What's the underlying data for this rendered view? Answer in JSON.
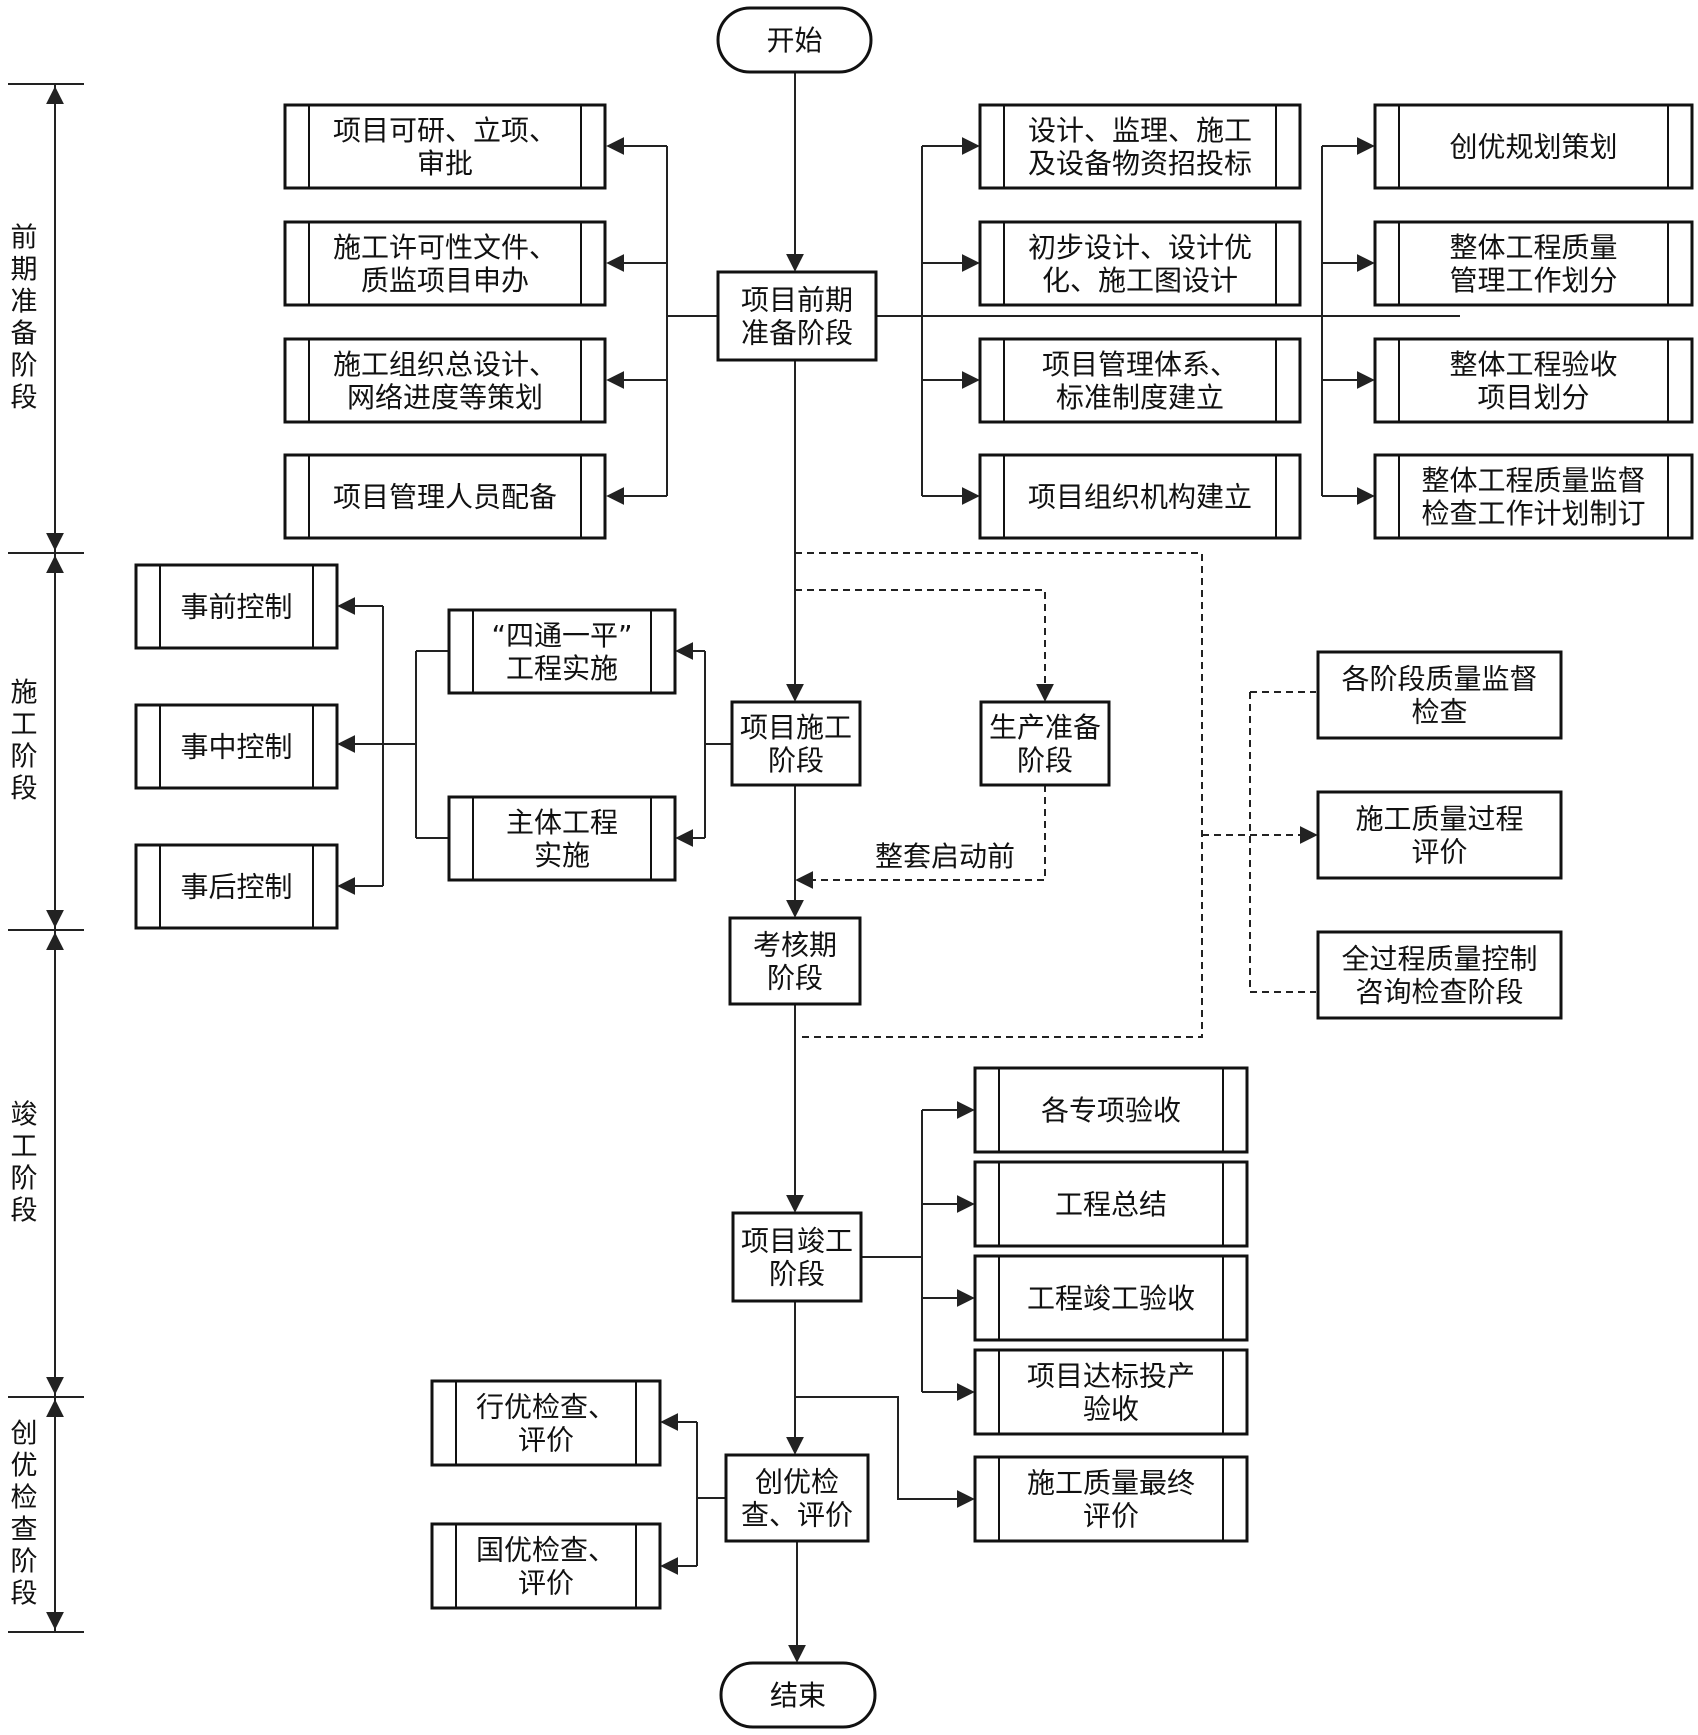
{
  "phases": [
    {
      "id": "p1",
      "label": "前期准备阶段"
    },
    {
      "id": "p2",
      "label": "施工阶段"
    },
    {
      "id": "p3",
      "label": "竣工阶段"
    },
    {
      "id": "p4",
      "label": "创优检查阶段"
    }
  ],
  "nodes": {
    "start": {
      "label": "开始"
    },
    "prep": {
      "label": "项目前期\n准备阶段"
    },
    "feasibility": {
      "label": "项目可研、立项、\n审批"
    },
    "permit": {
      "label": "施工许可性文件、\n质监项目申办"
    },
    "orgdesign": {
      "label": "施工组织总设计、\n网络进度等策划"
    },
    "staff": {
      "label": "项目管理人员配备"
    },
    "bidding": {
      "label": "设计、监理、施工\n及设备物资招投标"
    },
    "design": {
      "label": "初步设计、设计优\n化、施工图设计"
    },
    "mgmtsys": {
      "label": "项目管理体系、\n标准制度建立"
    },
    "orgstruct": {
      "label": "项目组织机构建立"
    },
    "excplan": {
      "label": "创优规划策划"
    },
    "qdivision": {
      "label": "整体工程质量\n管理工作划分"
    },
    "accdivision": {
      "label": "整体工程验收\n项目划分"
    },
    "supplan": {
      "label": "整体工程质量监督\n检查工作计划制订"
    },
    "pre_ctrl": {
      "label": "事前控制"
    },
    "mid_ctrl": {
      "label": "事中控制"
    },
    "post_ctrl": {
      "label": "事后控制"
    },
    "sitong": {
      "label": "“四通一平”\n工程实施"
    },
    "mainwork": {
      "label": "主体工程\n实施"
    },
    "construct": {
      "label": "项目施工\n阶段"
    },
    "prodprep": {
      "label": "生产准备\n阶段"
    },
    "startup": {
      "label": "整套启动前"
    },
    "assess": {
      "label": "考核期\n阶段"
    },
    "stagecheck": {
      "label": "各阶段质量监督\n检查"
    },
    "processeval": {
      "label": "施工质量过程\n评价"
    },
    "consult": {
      "label": "全过程质量控制\n咨询检查阶段"
    },
    "completion": {
      "label": "项目竣工\n阶段"
    },
    "special": {
      "label": "各专项验收"
    },
    "summary": {
      "label": "工程总结"
    },
    "compaccept": {
      "label": "工程竣工验收"
    },
    "production": {
      "label": "项目达标投产\n验收"
    },
    "excel": {
      "label": "创优检\n查、评价"
    },
    "industry": {
      "label": "行优检查、\n评价"
    },
    "national": {
      "label": "国优检查、\n评价"
    },
    "finaleval": {
      "label": "施工质量最终\n评价"
    },
    "end": {
      "label": "结束"
    }
  }
}
